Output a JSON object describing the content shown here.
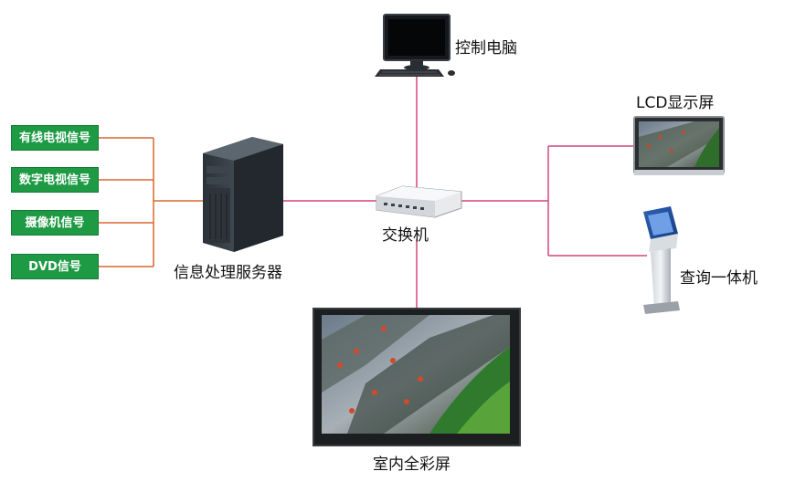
{
  "colors": {
    "orange_line": "#d9692e",
    "pink_line": "#d2457a",
    "green_box": "#1e9a45"
  },
  "signals": [
    {
      "label": "有线电视信号"
    },
    {
      "label": "数字电视信号"
    },
    {
      "label": "摄像机信号"
    },
    {
      "label": "DVD信号"
    }
  ],
  "nodes": {
    "control_pc": "控制电脑",
    "lcd": "LCD显示屏",
    "server": "信息处理服务器",
    "switch": "交换机",
    "kiosk": "查询一体机",
    "led_screen": "室内全彩屏"
  }
}
